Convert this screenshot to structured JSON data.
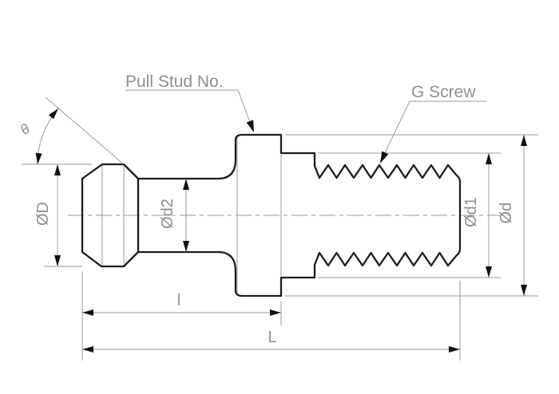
{
  "drawing": {
    "callouts": {
      "pull_stud_no": "Pull Stud No.",
      "g_screw": "G Screw"
    },
    "dim_labels": {
      "angle": "θ",
      "head_dia": "ØD",
      "neck_dia": "Ød2",
      "body_dia": "Ød1",
      "flange_dia": "Ød",
      "shank_len": "l",
      "total_len": "L"
    },
    "colors": {
      "outline": "#1c1c1c",
      "thin_line": "#9a9a9a",
      "label_text": "#8f8f8f",
      "arrowhead": "#111111",
      "background": "#ffffff"
    }
  }
}
